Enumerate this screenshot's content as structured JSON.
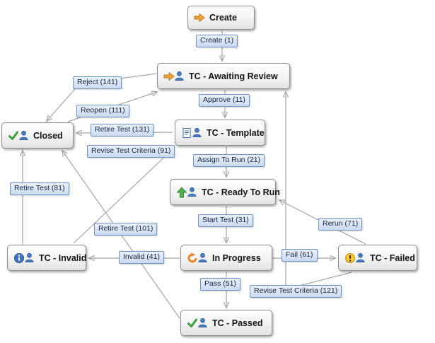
{
  "diagram": {
    "nodes": [
      {
        "label": "Create",
        "icons": [
          "orange-arrow-icon"
        ]
      },
      {
        "label": "TC - Awaiting Review",
        "icons": [
          "orange-arrow-icon",
          "person-icon"
        ]
      },
      {
        "label": "Closed",
        "icons": [
          "green-check-icon",
          "person-icon"
        ]
      },
      {
        "label": "TC - Template",
        "icons": [
          "document-icon",
          "person-icon"
        ]
      },
      {
        "label": "TC - Ready To Run",
        "icons": [
          "green-up-arrow-icon",
          "person-icon"
        ]
      },
      {
        "label": "TC - Invalid",
        "icons": [
          "info-icon",
          "person-icon"
        ]
      },
      {
        "label": "In Progress",
        "icons": [
          "progress-refresh-icon",
          "person-icon"
        ]
      },
      {
        "label": "TC - Failed",
        "icons": [
          "warning-icon",
          "person-icon"
        ]
      },
      {
        "label": "TC - Passed",
        "icons": [
          "green-check-icon",
          "person-icon"
        ]
      }
    ],
    "transitions": [
      {
        "label": "Create (1)",
        "from": "Create",
        "to": "TC - Awaiting Review"
      },
      {
        "label": "Approve (11)",
        "from": "TC - Awaiting Review",
        "to": "TC - Template"
      },
      {
        "label": "Assign To Run (21)",
        "from": "TC - Template",
        "to": "TC - Ready To Run"
      },
      {
        "label": "Start Test (31)",
        "from": "TC - Ready To Run",
        "to": "In Progress"
      },
      {
        "label": "Invalid (41)",
        "from": "In Progress",
        "to": "TC - Invalid"
      },
      {
        "label": "Pass (51)",
        "from": "In Progress",
        "to": "TC - Passed"
      },
      {
        "label": "Fail (61)",
        "from": "In Progress",
        "to": "TC - Failed"
      },
      {
        "label": "Rerun (71)",
        "from": "TC - Failed",
        "to": "TC - Ready To Run"
      },
      {
        "label": "Retire Test (81)",
        "from": "TC - Invalid",
        "to": "Closed"
      },
      {
        "label": "Revise Test Criteria (91)",
        "from": "TC - Invalid",
        "to": "TC - Template"
      },
      {
        "label": "Retire Test (101)",
        "from": "TC - Passed",
        "to": "Closed"
      },
      {
        "label": "Reopen (111)",
        "from": "Closed",
        "to": "TC - Awaiting Review"
      },
      {
        "label": "Revise Test Criteria (121)",
        "from": "TC - Failed",
        "to": "TC - Awaiting Review"
      },
      {
        "label": "Retire Test (131)",
        "from": "TC - Template",
        "to": "Closed"
      },
      {
        "label": "Reject (141)",
        "from": "TC - Awaiting Review",
        "to": "Closed"
      }
    ],
    "colors": {
      "background": "#ffffff",
      "node_border": "#8e8e8e",
      "node_fill": "#ededed",
      "edge_line": "#a6a6a6",
      "label_fill": "#cfdff2",
      "label_border": "#6f93c2",
      "label_text": "#16233f",
      "accent_orange": "#f2a33c",
      "accent_green": "#3d9e3d",
      "accent_blue": "#4a7cc0",
      "accent_yellow": "#f7c531"
    }
  }
}
